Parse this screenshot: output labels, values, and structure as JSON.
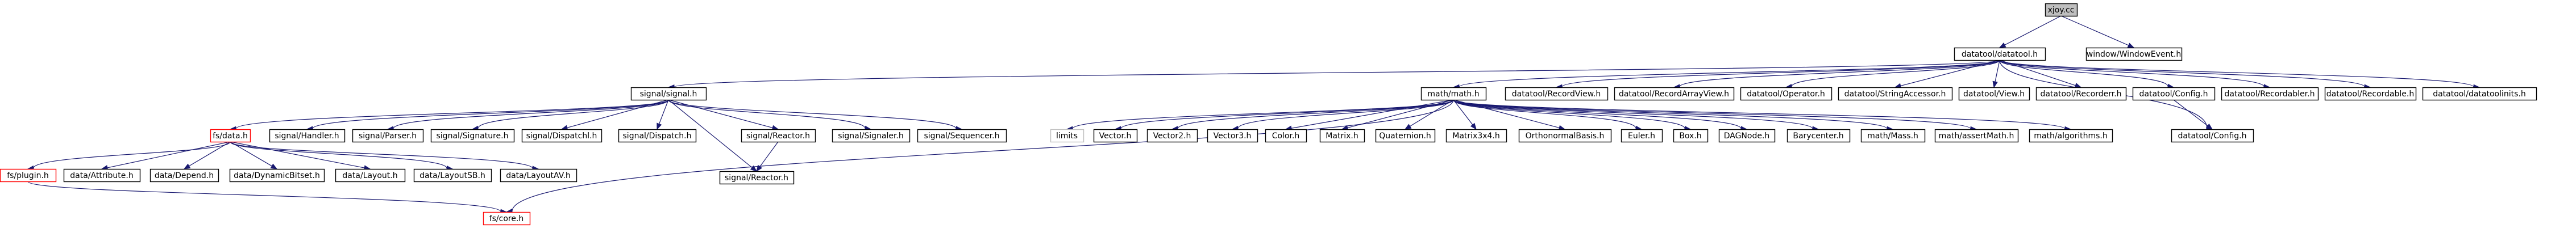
{
  "diagram": {
    "type": "include-dependency-graph",
    "colors": {
      "edge": "#191970",
      "node_border": "#000000",
      "missing_border": "#bfbfbf",
      "unresolved_border": "#ff0000",
      "root_fill": "#bfbfbf",
      "node_fill": "#ffffff",
      "text": "#000000"
    },
    "nodes": [
      {
        "id": "xjoy",
        "label": "xjoy.cc",
        "style": "root"
      },
      {
        "id": "datatool",
        "label": "datatool/datatool.h",
        "style": "normal"
      },
      {
        "id": "windowevent",
        "label": "window/WindowEvent.h",
        "style": "normal"
      },
      {
        "id": "signal",
        "label": "signal/signal.h",
        "style": "normal"
      },
      {
        "id": "mathmath",
        "label": "math/math.h",
        "style": "normal"
      },
      {
        "id": "recordview",
        "label": "datatool/RecordView.h",
        "style": "normal"
      },
      {
        "id": "recordarrayview",
        "label": "datatool/RecordArrayView.h",
        "style": "normal"
      },
      {
        "id": "operator",
        "label": "datatool/Operator.h",
        "style": "normal"
      },
      {
        "id": "stringaccessor",
        "label": "datatool/StringAccessor.h",
        "style": "normal"
      },
      {
        "id": "view",
        "label": "datatool/View.h",
        "style": "normal"
      },
      {
        "id": "recorderr",
        "label": "datatool/Recorderr.h",
        "style": "normal"
      },
      {
        "id": "confighh",
        "label": "datatool/Config.h",
        "style": "normal"
      },
      {
        "id": "recordabler",
        "label": "datatool/Recordabler.h",
        "style": "normal"
      },
      {
        "id": "recordable",
        "label": "datatool/Recordable.h",
        "style": "normal"
      },
      {
        "id": "datatoolinits",
        "label": "datatool/datatoolinits.h",
        "style": "normal"
      },
      {
        "id": "fsdata",
        "label": "fs/data.h",
        "style": "unresolved"
      },
      {
        "id": "handlerh",
        "label": "signal/Handler.h",
        "style": "normal"
      },
      {
        "id": "parserh",
        "label": "signal/Parser.h",
        "style": "normal"
      },
      {
        "id": "signatureh",
        "label": "signal/Signature.h",
        "style": "normal"
      },
      {
        "id": "dispatchlh",
        "label": "signal/Dispatchl.h",
        "style": "normal"
      },
      {
        "id": "dispatchh",
        "label": "signal/Dispatch.h",
        "style": "normal"
      },
      {
        "id": "reactorh",
        "label": "signal/Reactor.h",
        "style": "normal"
      },
      {
        "id": "signalerh",
        "label": "signal/Signaler.h",
        "style": "normal"
      },
      {
        "id": "sequencerh",
        "label": "signal/Sequencer.h",
        "style": "normal"
      },
      {
        "id": "limits",
        "label": "limits",
        "style": "missing"
      },
      {
        "id": "vectorh",
        "label": "Vector.h",
        "style": "normal"
      },
      {
        "id": "vector2h",
        "label": "Vector2.h",
        "style": "normal"
      },
      {
        "id": "vector3h",
        "label": "Vector3.h",
        "style": "normal"
      },
      {
        "id": "colorh",
        "label": "Color.h",
        "style": "normal"
      },
      {
        "id": "matrixh",
        "label": "Matrix.h",
        "style": "normal"
      },
      {
        "id": "quaternionh",
        "label": "Quaternion.h",
        "style": "normal"
      },
      {
        "id": "matrix3x4h",
        "label": "Matrix3x4.h",
        "style": "normal"
      },
      {
        "id": "orthobasish",
        "label": "OrthonormalBasis.h",
        "style": "normal"
      },
      {
        "id": "eulerh",
        "label": "Euler.h",
        "style": "normal"
      },
      {
        "id": "boxh",
        "label": "Box.h",
        "style": "normal"
      },
      {
        "id": "dagnodeh",
        "label": "DAGNode.h",
        "style": "normal"
      },
      {
        "id": "barycenterh",
        "label": "Barycenter.h",
        "style": "normal"
      },
      {
        "id": "mathmassh",
        "label": "math/Mass.h",
        "style": "normal"
      },
      {
        "id": "assertmathh",
        "label": "math/assertMath.h",
        "style": "normal"
      },
      {
        "id": "algorithmsh",
        "label": "math/algorithms.h",
        "style": "normal"
      },
      {
        "id": "configh2",
        "label": "datatool/Config.h",
        "style": "normal"
      },
      {
        "id": "fsplugin",
        "label": "fs/plugin.h",
        "style": "unresolved"
      },
      {
        "id": "attributeh",
        "label": "data/Attribute.h",
        "style": "normal"
      },
      {
        "id": "dependh",
        "label": "data/Depend.h",
        "style": "normal"
      },
      {
        "id": "dynbitseth",
        "label": "data/DynamicBitset.h",
        "style": "normal"
      },
      {
        "id": "layouth",
        "label": "data/Layout.h",
        "style": "normal"
      },
      {
        "id": "layoutsbh",
        "label": "data/LayoutSB.h",
        "style": "normal"
      },
      {
        "id": "layoutavh",
        "label": "data/LayoutAV.h",
        "style": "normal"
      },
      {
        "id": "reactorh2",
        "label": "signal/Reactor.h",
        "style": "normal"
      },
      {
        "id": "fscore",
        "label": "fs/core.h",
        "style": "unresolved"
      }
    ],
    "edges": [
      [
        "xjoy",
        "datatool"
      ],
      [
        "xjoy",
        "windowevent"
      ],
      [
        "datatool",
        "signal"
      ],
      [
        "datatool",
        "mathmath"
      ],
      [
        "datatool",
        "recordview"
      ],
      [
        "datatool",
        "recordarrayview"
      ],
      [
        "datatool",
        "operator"
      ],
      [
        "datatool",
        "stringaccessor"
      ],
      [
        "datatool",
        "view"
      ],
      [
        "datatool",
        "recorderr"
      ],
      [
        "datatool",
        "confighh"
      ],
      [
        "datatool",
        "recordabler"
      ],
      [
        "datatool",
        "recordable"
      ],
      [
        "datatool",
        "datatoolinits"
      ],
      [
        "datatool",
        "configh2"
      ],
      [
        "signal",
        "fsdata"
      ],
      [
        "signal",
        "handlerh"
      ],
      [
        "signal",
        "parserh"
      ],
      [
        "signal",
        "signatureh"
      ],
      [
        "signal",
        "dispatchlh"
      ],
      [
        "signal",
        "dispatchh"
      ],
      [
        "signal",
        "reactorh"
      ],
      [
        "signal",
        "signalerh"
      ],
      [
        "signal",
        "sequencerh"
      ],
      [
        "signal",
        "reactorh2"
      ],
      [
        "mathmath",
        "limits"
      ],
      [
        "mathmath",
        "vectorh"
      ],
      [
        "mathmath",
        "vector2h"
      ],
      [
        "mathmath",
        "vector3h"
      ],
      [
        "mathmath",
        "colorh"
      ],
      [
        "mathmath",
        "matrixh"
      ],
      [
        "mathmath",
        "quaternionh"
      ],
      [
        "mathmath",
        "matrix3x4h"
      ],
      [
        "mathmath",
        "orthobasish"
      ],
      [
        "mathmath",
        "eulerh"
      ],
      [
        "mathmath",
        "boxh"
      ],
      [
        "mathmath",
        "dagnodeh"
      ],
      [
        "mathmath",
        "barycenterh"
      ],
      [
        "mathmath",
        "mathmassh"
      ],
      [
        "mathmath",
        "assertmathh"
      ],
      [
        "mathmath",
        "algorithmsh"
      ],
      [
        "mathmath",
        "fscore"
      ],
      [
        "confighh",
        "configh2"
      ],
      [
        "fsdata",
        "fsplugin"
      ],
      [
        "fsdata",
        "attributeh"
      ],
      [
        "fsdata",
        "dependh"
      ],
      [
        "fsdata",
        "dynbitseth"
      ],
      [
        "fsdata",
        "layouth"
      ],
      [
        "fsdata",
        "layoutsbh"
      ],
      [
        "fsdata",
        "layoutavh"
      ],
      [
        "reactorh",
        "reactorh2"
      ],
      [
        "fsplugin",
        "fscore"
      ]
    ]
  }
}
